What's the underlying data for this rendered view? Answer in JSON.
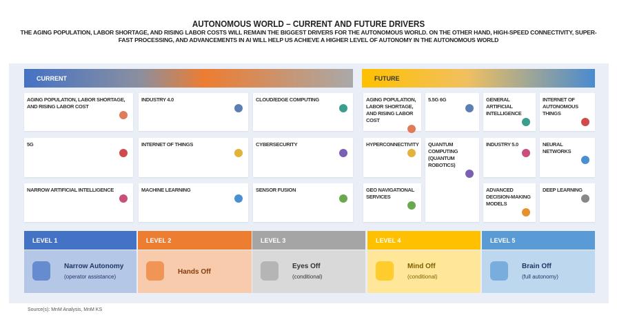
{
  "title": "AUTONOMOUS WORLD – CURRENT AND FUTURE DRIVERS",
  "subtitle": "THE AGING POPULATION, LABOR SHORTAGE, AND RISING LABOR COSTS WILL REMAIN THE BIGGEST DRIVERS FOR THE AUTONOMOUS WORLD. ON THE OTHER HAND, HIGH-SPEED CONNECTIVITY, SUPER-FAST PROCESSING, AND ADVANCEMENTS IN AI WILL HELP US ACHIEVE A HIGHER LEVEL OF AUTONOMY IN THE AUTONOMOUS WORLD",
  "current": {
    "label": "CURRENT",
    "items": [
      "AGING POPULATION, LABOR SHORTAGE, AND RISING LABOR COST",
      "INDUSTRY 4.0",
      "CLOUD/EDGE COMPUTING",
      "5G",
      "INTERNET OF THINGS",
      "CYBERSECURITY",
      "NARROW ARTIFICIAL INTELLIGENCE",
      "MACHINE LEARNING",
      "SENSOR FUSION"
    ]
  },
  "future": {
    "label": "FUTURE",
    "items": [
      "AGING POPULATION, LABOR SHORTAGE, AND RISING LABOR COST",
      "5.5G 6G",
      "GENERAL ARTIFICIAL INTELLIGENCE",
      "INTERNET OF AUTONOMOUS THINGS",
      "HYPERCONNECTIVITY",
      "QUANTUM COMPUTING (QUANTUM ROBOTICS)",
      "INDUSTRY 5.0",
      "NEURAL NETWORKS",
      "GEO NAVIGATIONAL SERVICES",
      "ADVANCED DECISION-MAKING MODELS",
      "DEEP LEARNING"
    ]
  },
  "levels": [
    {
      "label": "LEVEL 1",
      "name": "Narrow Autonomy",
      "desc": "(operator assistance)",
      "color": "#4472c4",
      "bg": "#b4c7e7"
    },
    {
      "label": "LEVEL 2",
      "name": "Hands Off",
      "desc": "",
      "color": "#ed7d31",
      "bg": "#f8cbad"
    },
    {
      "label": "LEVEL 3",
      "name": "Eyes Off",
      "desc": "(conditional)",
      "color": "#a5a5a5",
      "bg": "#d9d9d9"
    },
    {
      "label": "LEVEL 4",
      "name": "Mind Off",
      "desc": "(conditional)",
      "color": "#ffc000",
      "bg": "#ffe699"
    },
    {
      "label": "LEVEL 5",
      "name": "Brain Off",
      "desc": "(full autonomy)",
      "color": "#5b9bd5",
      "bg": "#bdd7ee"
    }
  ],
  "source": "Source(s): MnM Analysis, MnM KS"
}
